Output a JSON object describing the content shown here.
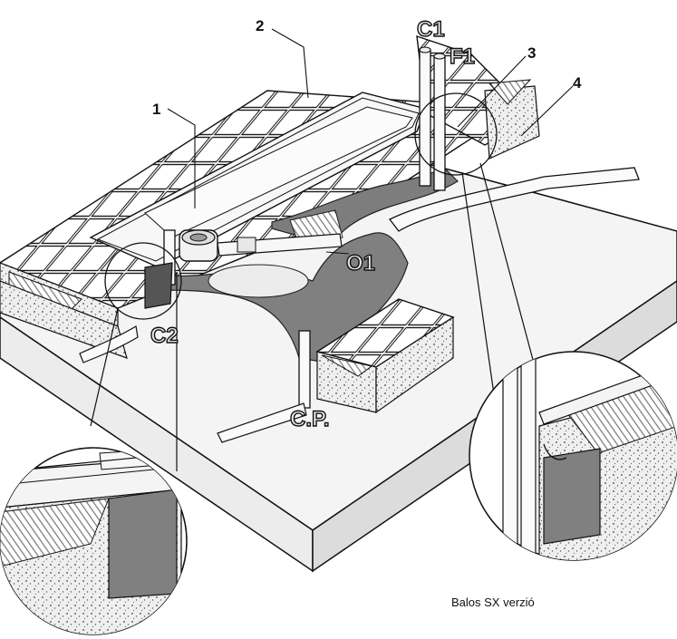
{
  "labels": {
    "n1": "1",
    "n2": "2",
    "n3": "3",
    "n4": "4",
    "c1": "C1",
    "f1": "F1",
    "o1": "O1",
    "c2": "C2",
    "cp": "C.P."
  },
  "caption": "Balos SX verzió",
  "colors": {
    "membrane": "#808080",
    "screed_fill": "#e6e6e6",
    "tile": "#ffffff",
    "line": "#111111",
    "background": "#ffffff"
  }
}
